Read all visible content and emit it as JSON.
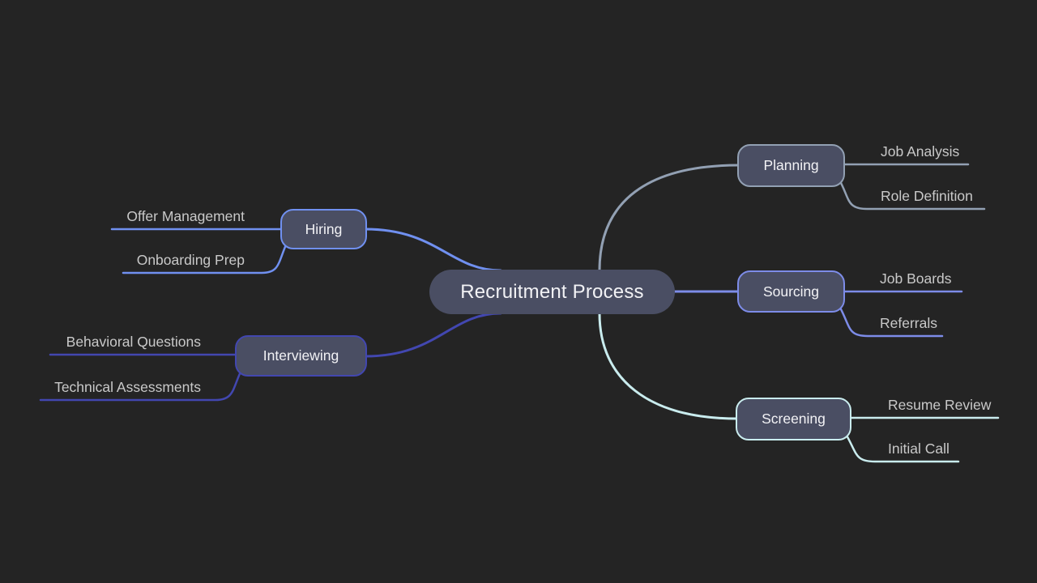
{
  "title": "Recruitment Process mind map",
  "colors": {
    "background": "#242424",
    "node_fill": "#4a4e63",
    "node_text": "#f2f2f5",
    "child_text": "#c9c9c9"
  },
  "root": {
    "label": "Recruitment Process"
  },
  "branches": [
    {
      "label": "Planning",
      "color": "#92a0b3",
      "children": [
        {
          "label": "Job Analysis"
        },
        {
          "label": "Role Definition"
        }
      ]
    },
    {
      "label": "Sourcing",
      "color": "#7d8ce8",
      "children": [
        {
          "label": "Job Boards"
        },
        {
          "label": "Referrals"
        }
      ]
    },
    {
      "label": "Screening",
      "color": "#c9ecee",
      "children": [
        {
          "label": "Resume Review"
        },
        {
          "label": "Initial Call"
        }
      ]
    },
    {
      "label": "Hiring",
      "color": "#7090f0",
      "children": [
        {
          "label": "Offer Management"
        },
        {
          "label": "Onboarding Prep"
        }
      ]
    },
    {
      "label": "Interviewing",
      "color": "#4247b0",
      "children": [
        {
          "label": "Behavioral Questions"
        },
        {
          "label": "Technical Assessments"
        }
      ]
    }
  ]
}
